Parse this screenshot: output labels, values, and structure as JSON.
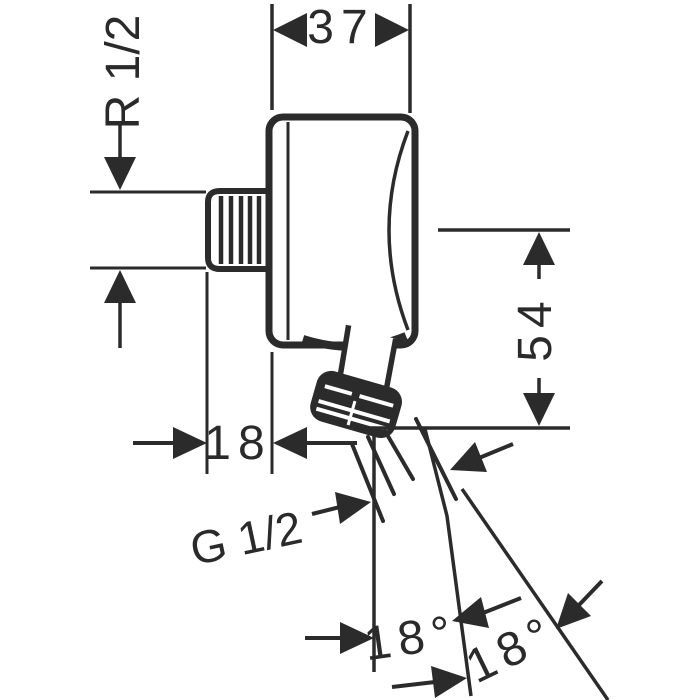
{
  "drawing": {
    "subject": "wall-outlet-elbow-dimension-drawing",
    "background_color": "#ffffff",
    "line_color": "#2b2b2b",
    "labels": {
      "width": {
        "text": "37",
        "unit": "mm",
        "meaning": "escutcheon width"
      },
      "inlet_thread": {
        "text": "R 1/2",
        "meaning": "inlet thread size"
      },
      "projection": {
        "text": "18",
        "unit": "mm",
        "meaning": "thread projection depth"
      },
      "height": {
        "text": "54",
        "unit": "mm",
        "meaning": "height from inlet axis to outlet"
      },
      "outlet_thread": {
        "text": "G 1/2",
        "meaning": "outlet hose thread size"
      },
      "angle_a": {
        "text": "18°",
        "meaning": "first outlet swivel angle"
      },
      "angle_b": {
        "text": "18°",
        "meaning": "second outlet swivel angle"
      }
    }
  }
}
